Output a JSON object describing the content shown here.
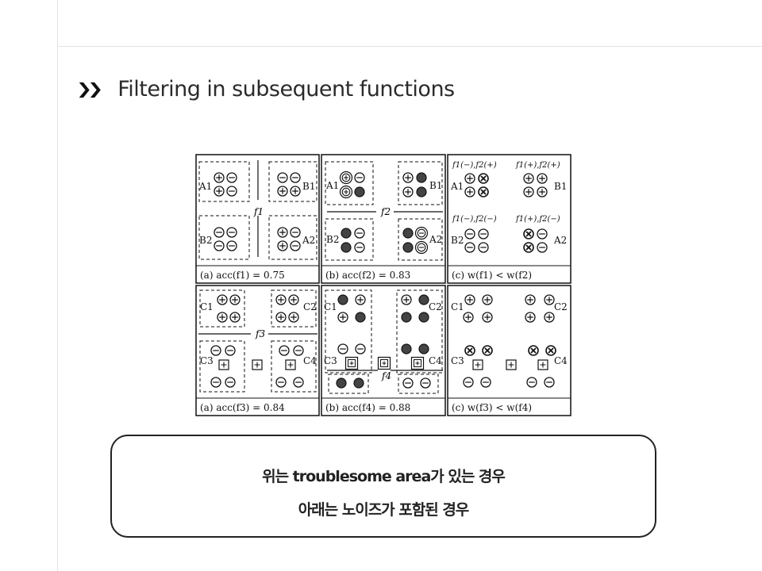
{
  "page": {
    "heading": {
      "bullet_glyph": "❯❯",
      "text": "Filtering in subsequent functions"
    }
  },
  "figure": {
    "top_row": {
      "function_labels": [
        "f1",
        "f2"
      ],
      "panels": [
        {
          "caption": "(a)  acc(f1) = 0.75",
          "cluster_labels": [
            "A1",
            "B1",
            "B2",
            "A2"
          ]
        },
        {
          "caption": "(b)  acc(f2) = 0.83",
          "cluster_labels": [
            "A1",
            "B1",
            "B2",
            "A2"
          ]
        },
        {
          "caption": "(c)  w(f1) < w(f2)",
          "cluster_labels": [
            "A1",
            "B1",
            "B2",
            "A2"
          ],
          "annotations": [
            "f1(−),f2(+)",
            "f1(+),f2(+)",
            "f1(−),f2(−)",
            "f1(+),f2(−)"
          ]
        }
      ]
    },
    "bottom_row": {
      "function_labels": [
        "f3",
        "f4"
      ],
      "panels": [
        {
          "caption": "(a) acc(f3) = 0.84",
          "cluster_labels": [
            "C1",
            "C2",
            "C3",
            "C4"
          ]
        },
        {
          "caption": "(b)  acc(f4) = 0.88",
          "cluster_labels": [
            "C1",
            "C2",
            "C3",
            "C4"
          ]
        },
        {
          "caption": "(c)  w(f3) < w(f4)",
          "cluster_labels": [
            "C1",
            "C2",
            "C3",
            "C4"
          ]
        }
      ]
    }
  },
  "callout": {
    "line1": "위는 troublesome area가 있는 경우",
    "line2": "아래는 노이즈가 포함된 경우"
  }
}
